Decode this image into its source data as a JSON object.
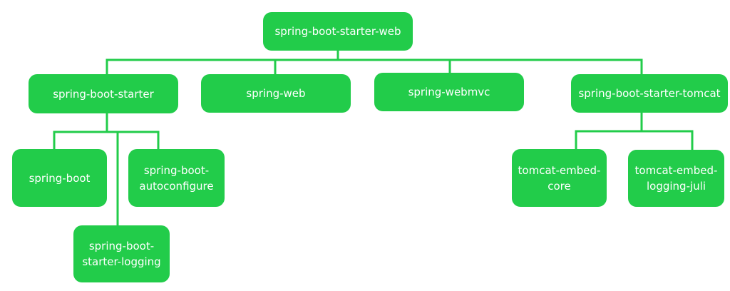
{
  "colors": {
    "node_fill": "#22cc4a",
    "connector": "#22cc4a",
    "node_text": "#ffffff",
    "background": "#ffffff"
  },
  "nodes": {
    "root": "spring-boot-starter-web",
    "starter": "spring-boot-starter",
    "web": "spring-web",
    "webmvc": "spring-webmvc",
    "tomcat_starter": "spring-boot-starter-tomcat",
    "boot": "spring-boot",
    "autoconfigure": "spring-boot-\nautoconfigure",
    "logging": "spring-boot-\nstarter-logging",
    "embed_core": "tomcat-embed-\ncore",
    "embed_logging": "tomcat-embed-\nlogging-juli"
  }
}
